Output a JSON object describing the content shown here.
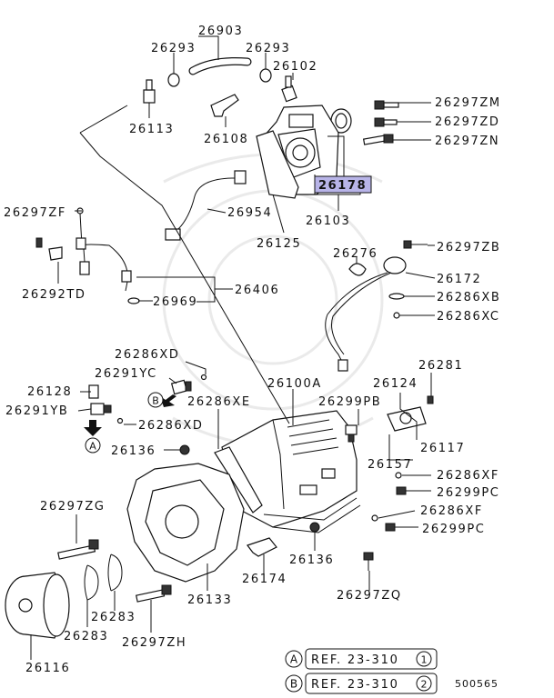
{
  "parts": {
    "p26903": "26903",
    "p26293a": "26293",
    "p26293b": "26293",
    "p26102": "26102",
    "p26297ZM": "26297ZM",
    "p26297ZD": "26297ZD",
    "p26297ZN": "26297ZN",
    "p26113": "26113",
    "p26108": "26108",
    "p26178": "26178",
    "p26103": "26103",
    "p26954": "26954",
    "p26297ZF": "26297ZF",
    "p26125": "26125",
    "p26276": "26276",
    "p26297ZB": "26297ZB",
    "p26172": "26172",
    "p26286XB": "26286XB",
    "p26286XC": "26286XC",
    "p26292TD": "26292TD",
    "p26406": "26406",
    "p26969": "26969",
    "p26286XDa": "26286XD",
    "p26291YC": "26291YC",
    "p26281": "26281",
    "p26128": "26128",
    "p26100A": "26100A",
    "p26124": "26124",
    "p26291YB": "26291YB",
    "p26286XE": "26286XE",
    "p26299PB": "26299PB",
    "p26286XDb": "26286XD",
    "p26117": "26117",
    "p26136a": "26136",
    "p26157": "26157",
    "p26286XFa": "26286XF",
    "p26299PCa": "26299PC",
    "p26297ZG": "26297ZG",
    "p26286XFb": "26286XF",
    "p26299PCb": "26299PC",
    "p26136b": "26136",
    "p26174": "26174",
    "p26283a": "26283",
    "p26283b": "26283",
    "p26133": "26133",
    "p26297ZQ": "26297ZQ",
    "p26297ZH": "26297ZH",
    "p26116": "26116"
  },
  "markers": {
    "a": "A",
    "b": "B"
  },
  "refs": {
    "refA_letter": "A",
    "refA_text": "REF. 23-310",
    "refA_num": "1",
    "refB_letter": "B",
    "refB_text": "REF. 23-310",
    "refB_num": "2"
  },
  "diagram_number": "500565",
  "colors": {
    "highlight": "#b8b4e8",
    "ink": "#111111"
  }
}
